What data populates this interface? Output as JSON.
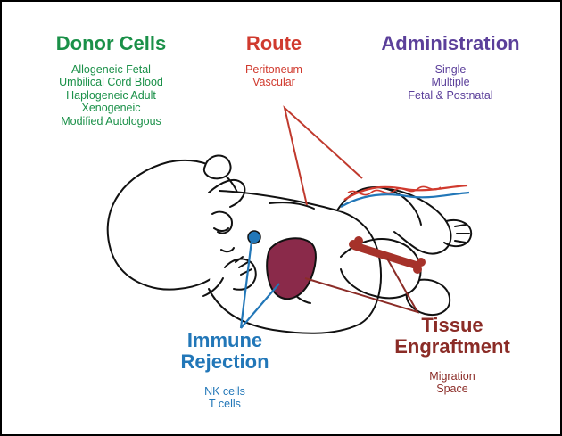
{
  "donor_cells": {
    "title": "Donor Cells",
    "items": [
      "Allogeneic Fetal",
      "Umbilical Cord Blood",
      "Haplogeneic Adult",
      "Xenogeneic",
      "Modified Autologous"
    ]
  },
  "route": {
    "title": "Route",
    "items": [
      "Peritoneum",
      "Vascular"
    ]
  },
  "administration": {
    "title": "Administration",
    "items": [
      "Single",
      "Multiple",
      "Fetal & Postnatal"
    ]
  },
  "immune_rejection": {
    "title_line1": "Immune",
    "title_line2": "Rejection",
    "items": [
      "NK cells",
      "T cells"
    ]
  },
  "tissue_engraftment": {
    "title_line1": "Tissue",
    "title_line2": "Engraftment",
    "items": [
      "Migration",
      "Space"
    ]
  },
  "colors": {
    "donor": "#1a9048",
    "route": "#d03a2e",
    "administration": "#5b3f9a",
    "immune": "#2277b8",
    "tissue": "#8b2c27",
    "liver": "#8a2a4a",
    "bone": "#a6322a"
  }
}
